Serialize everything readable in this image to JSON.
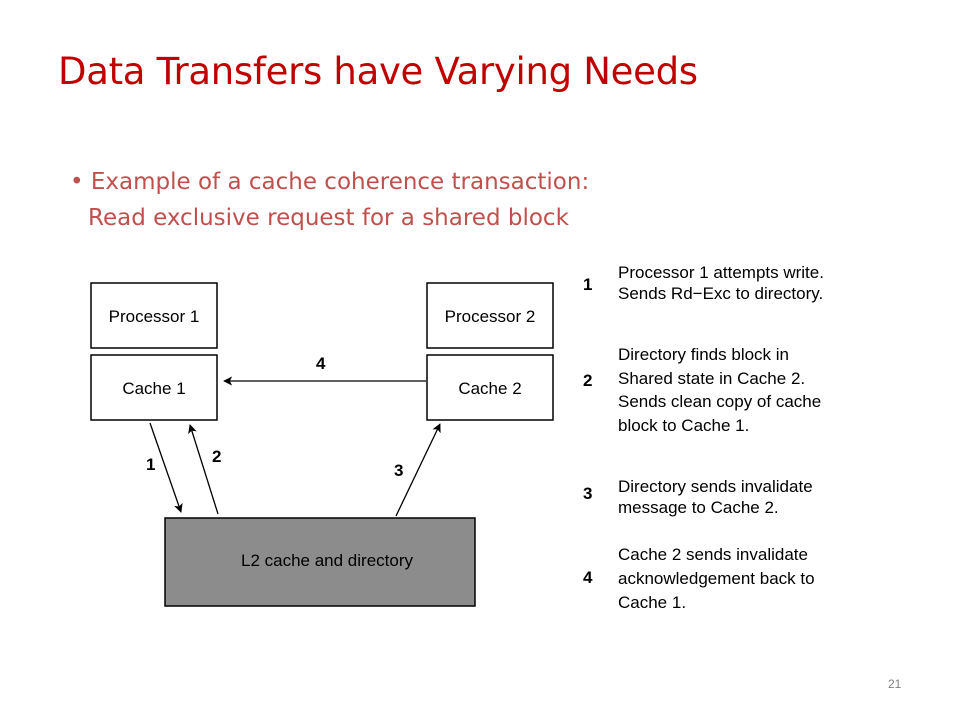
{
  "slide": {
    "title": "Data Transfers have Varying Needs",
    "bullet_line1": "Example of a cache coherence transaction:",
    "bullet_line2": "Read exclusive request for a shared block",
    "page_number": "21"
  },
  "diagram": {
    "processor1": "Processor 1",
    "processor2": "Processor 2",
    "cache1": "Cache 1",
    "cache2": "Cache 2",
    "l2": "L2 cache and directory",
    "arrow_labels": {
      "a1": "1",
      "a2": "2",
      "a3": "3",
      "a4": "4"
    },
    "colors": {
      "l2_fill": "#8c8c8c",
      "box_stroke": "#000000",
      "title": "#c00000",
      "bullet": "#c0504d"
    }
  },
  "steps": [
    {
      "num": "1",
      "lines": [
        "Processor 1 attempts write.",
        "Sends Rd−Exc to directory."
      ]
    },
    {
      "num": "2",
      "lines": [
        "Directory finds block in",
        "Shared state in Cache 2.",
        "Sends clean copy of cache",
        "block to Cache 1."
      ]
    },
    {
      "num": "3",
      "lines": [
        "Directory sends invalidate",
        "message to Cache 2."
      ]
    },
    {
      "num": "4",
      "lines": [
        "Cache 2 sends invalidate",
        "acknowledgement back to",
        "Cache 1."
      ]
    }
  ]
}
